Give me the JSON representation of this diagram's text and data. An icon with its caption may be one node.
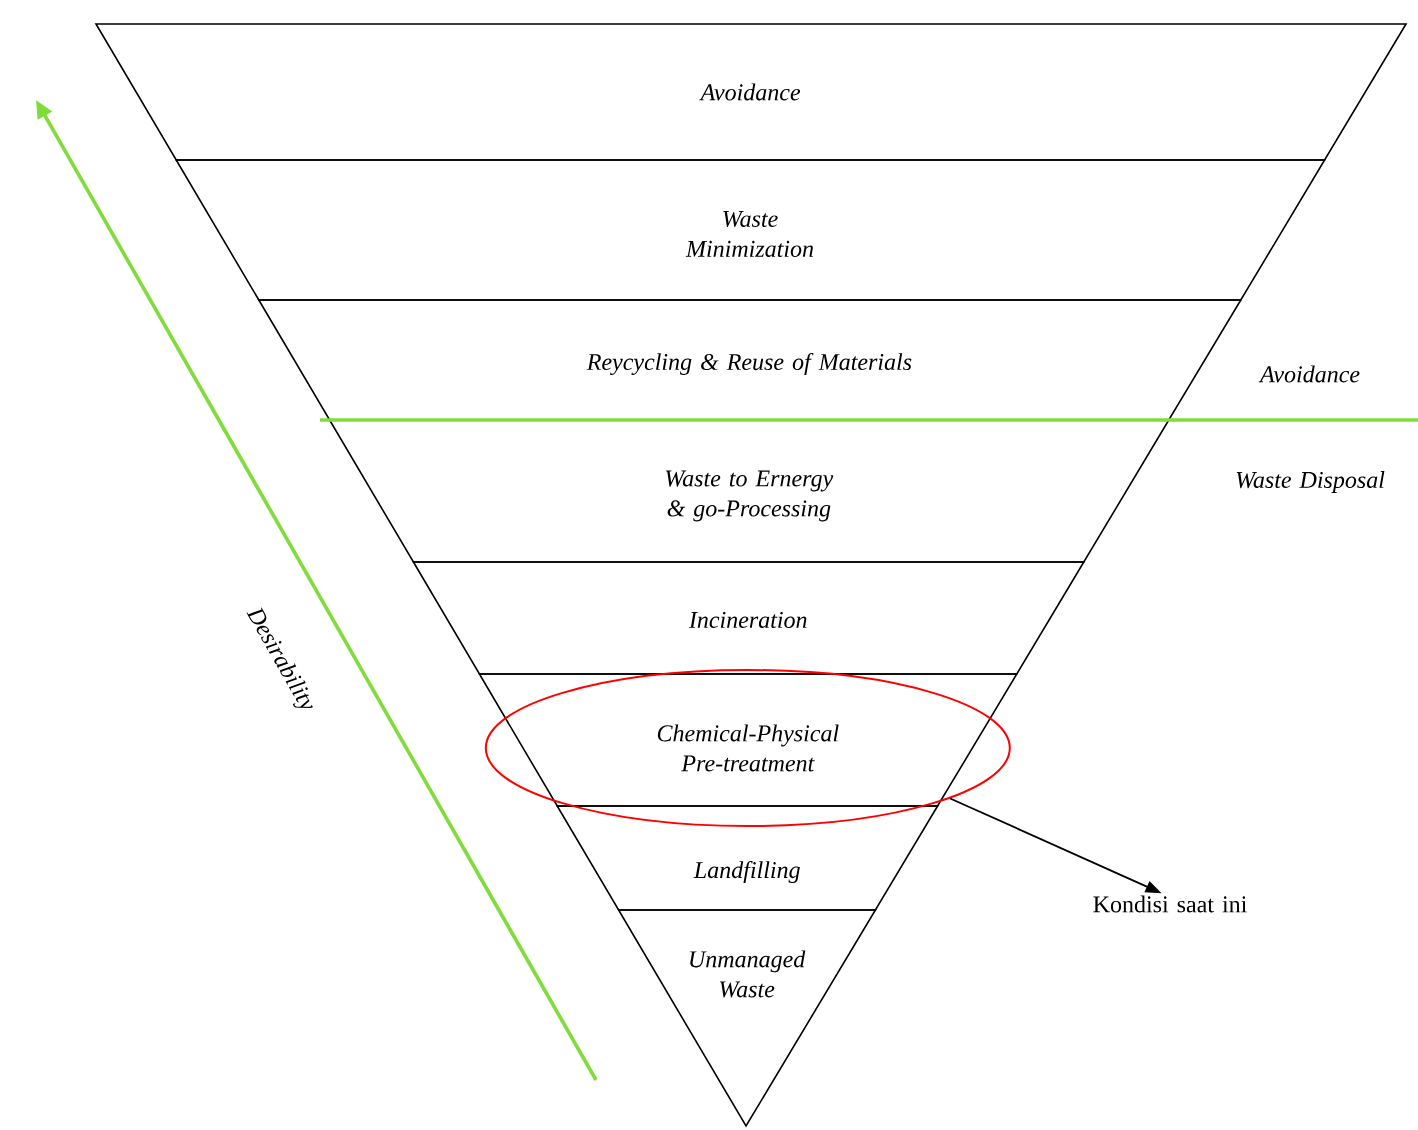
{
  "diagram": {
    "nodes": [
      {
        "text": [
          "Avoidance"
        ]
      },
      {
        "text": [
          "Waste Minimization"
        ]
      },
      {
        "text": [
          "Reycycling & Reuse of Materials"
        ]
      },
      {
        "text": [
          "Waste to Ernergy & go-Processing"
        ]
      },
      {
        "text": [
          "Incineration"
        ]
      },
      {
        "text": [
          "Chemical-Physical Pre-treatment"
        ],
        "in": 8
      },
      {
        "text": [
          "Landfilling"
        ]
      },
      {
        "text": [
          "Unmanaged Waste"
        ]
      },
      {
        "text": [],
        "shape": "ellipse"
      },
      {
        "text": [
          "Kondisi saat ini"
        ]
      }
    ],
    "edges": [
      {
        "from": 8,
        "to": 9,
        "arrow": "to"
      }
    ],
    "labels": [
      "Avoidance",
      "Waste Disposal",
      "Desirability"
    ]
  }
}
